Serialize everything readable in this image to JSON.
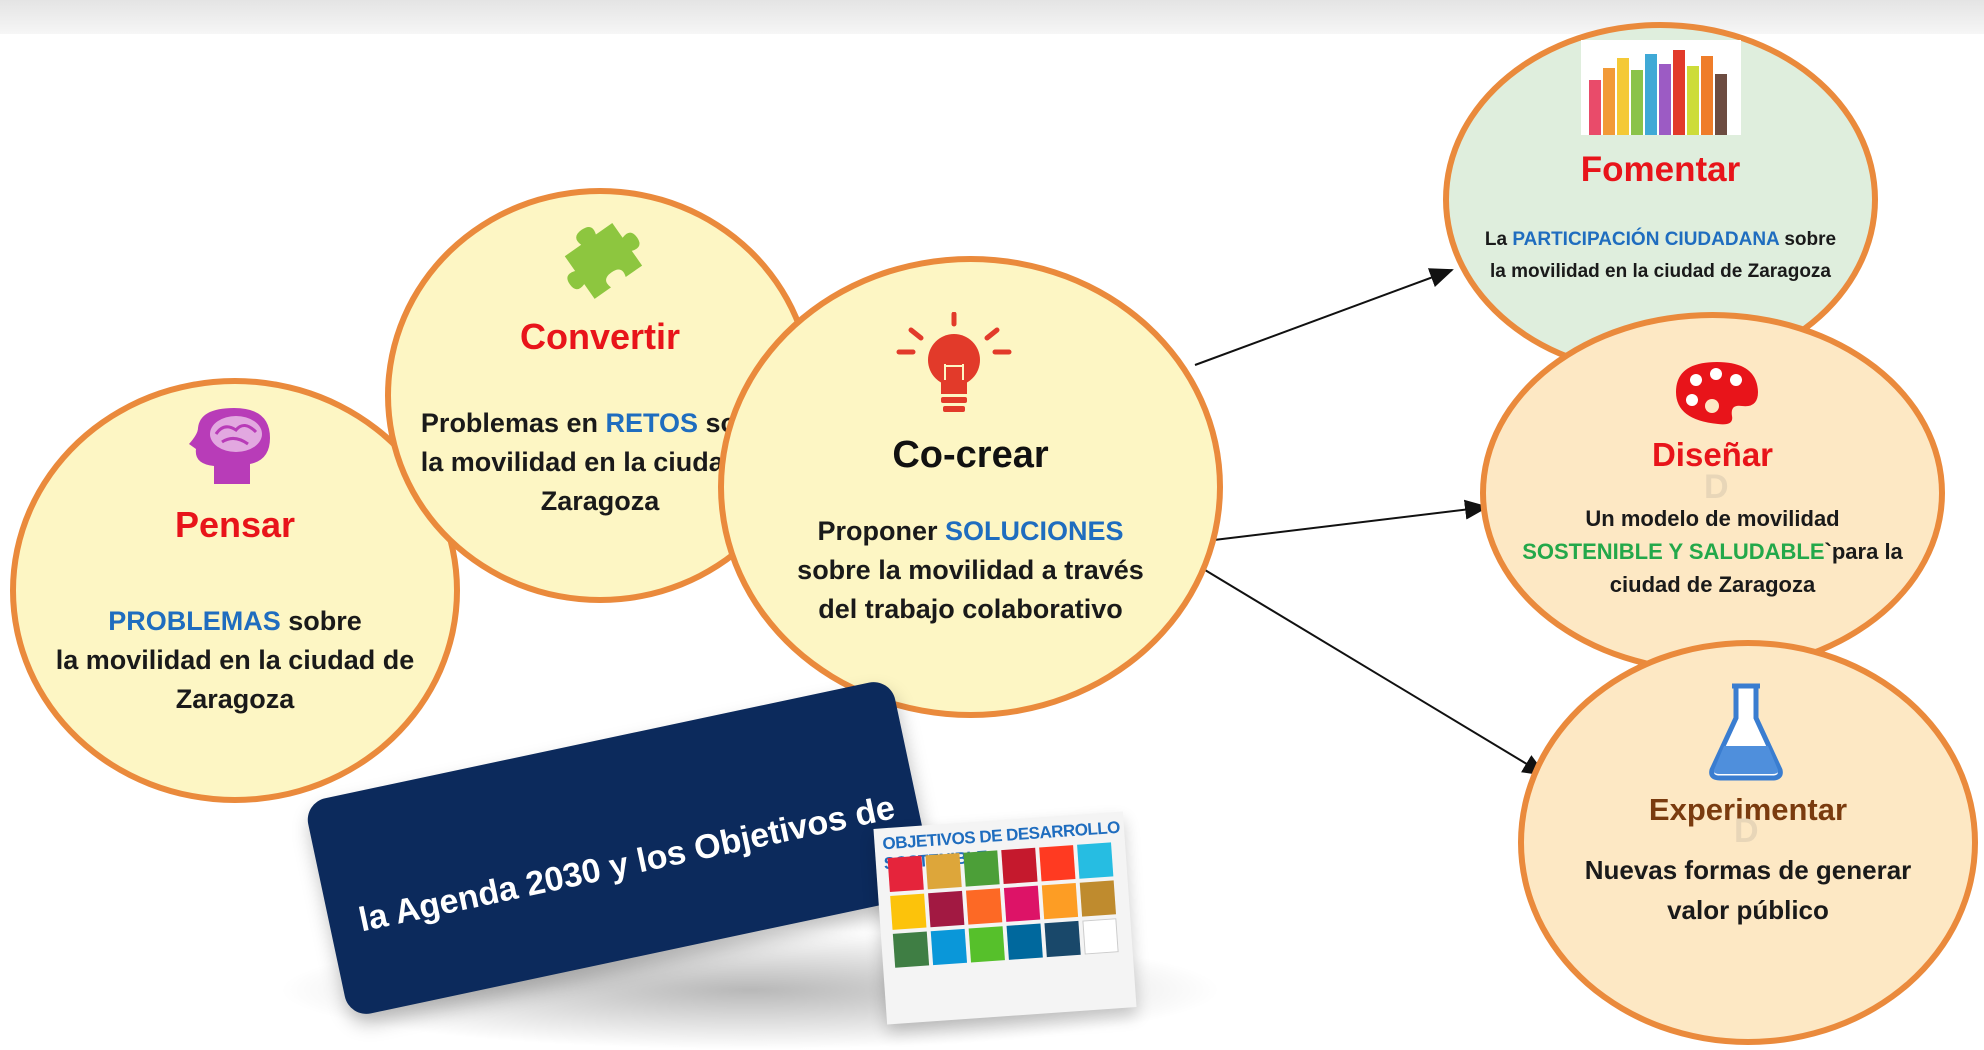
{
  "pensar": {
    "title": "Pensar",
    "highlight": "PROBLEMAS",
    "line1_rest": " sobre",
    "line2": "la movilidad en la ciudad de",
    "line3": "Zaragoza"
  },
  "convertir": {
    "title": "Convertir",
    "line1_pre": "Problemas en ",
    "highlight": "RETOS",
    "line1_post": " sobre",
    "line2": "la movilidad en la ciudad de",
    "line3": "Zaragoza"
  },
  "cocrear": {
    "title": "Co-crear",
    "line1_pre": "Proponer ",
    "highlight": "SOLUCIONES",
    "line2": "sobre la movilidad a través",
    "line3": "del trabajo colaborativo"
  },
  "fomentar": {
    "title": "Fomentar",
    "line1_pre": "La ",
    "highlight": "PARTICIPACIÓN CIUDADANA",
    "line1_post": " sobre",
    "line2": "la movilidad en la ciudad de Zaragoza"
  },
  "disenar": {
    "title": "Diseñar",
    "line1": "Un modelo de movilidad",
    "highlight": "SOSTENIBLE Y SALUDABLE",
    "line2_post": "`para la",
    "line3": "ciudad de Zaragoza",
    "faint": "D"
  },
  "experimentar": {
    "title": "Experimentar",
    "line1": "Nuevas formas de generar",
    "line2": "valor público",
    "faint": "D"
  },
  "banner": {
    "text": "la Agenda 2030 y los Objetivos de"
  },
  "sdg": {
    "header": "OBJETIVOS DE DESARROLLO SOSTENIBLE"
  },
  "colors": {
    "circle_fill": "#fdf6c4",
    "circle_border": "#ea8a3c",
    "title_red": "#e8141a",
    "highlight_blue": "#1f6dbf",
    "highlight_green": "#23a84a",
    "experimentar_brown": "#7a3b0f",
    "fomentar_fill": "#dfeedd",
    "disenar_fill": "#fde8c4",
    "banner_navy": "#0c2a5c"
  },
  "icons": [
    "brain-head-icon",
    "puzzle-piece-icon",
    "lightbulb-icon",
    "raised-hands-icon",
    "paint-palette-icon",
    "flask-icon",
    "arrow-icon"
  ]
}
